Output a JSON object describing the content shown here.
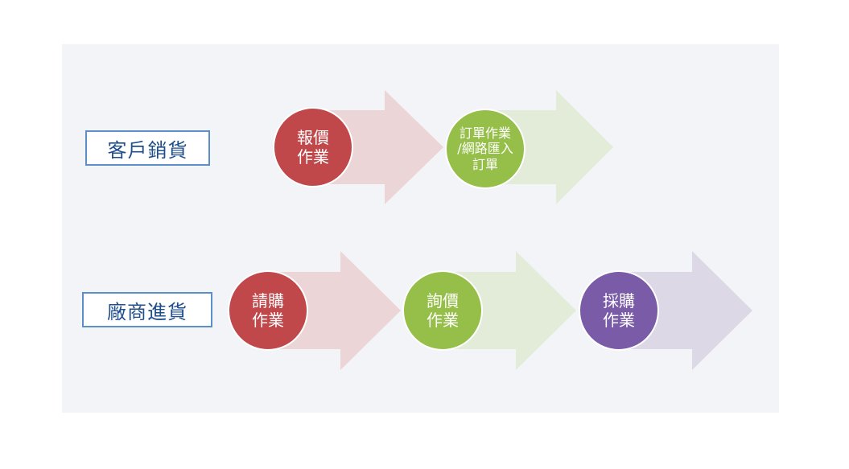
{
  "rows": [
    {
      "label": "客戶銷貨",
      "steps": [
        {
          "text": "報價\n作業",
          "color": "#c0474a"
        },
        {
          "text": "訂單作業\n/網路匯入\n訂單",
          "color": "#96bf49"
        }
      ]
    },
    {
      "label": "廠商進貨",
      "steps": [
        {
          "text": "請購\n作業",
          "color": "#c0474a"
        },
        {
          "text": "詢價\n作業",
          "color": "#96bf49"
        },
        {
          "text": "採購\n作業",
          "color": "#7a5ba8"
        }
      ]
    }
  ],
  "colors": {
    "panel_bg": "#f3f4f8",
    "label_border": "#5b8fc7",
    "label_text": "#1f4e8c",
    "arrow_red": "#ecd5d7",
    "arrow_green": "#e2ecd8",
    "arrow_purple": "#dcd8e6"
  }
}
